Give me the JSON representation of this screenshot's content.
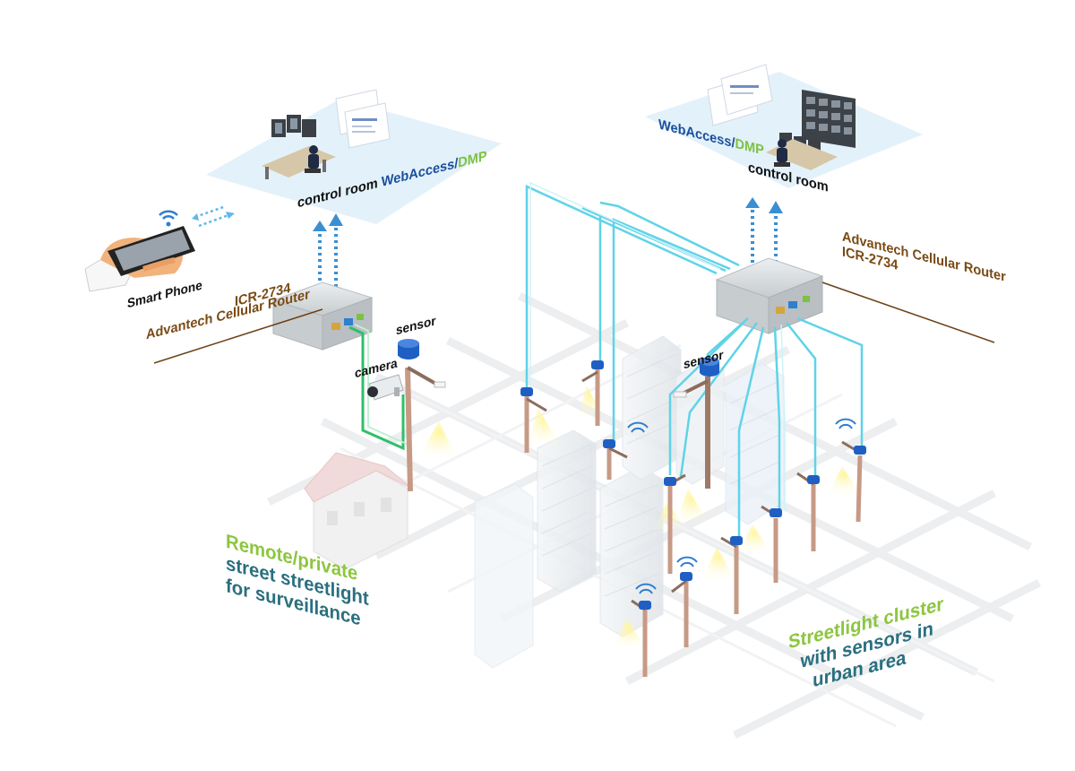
{
  "labels": {
    "control_room": "control room",
    "webaccess_part1": "WebAccess/",
    "webaccess_part2": "DMP",
    "smart_phone": "Smart Phone",
    "router_name": "Advantech Cellular Router",
    "router_model": "ICR-2734",
    "camera": "camera",
    "sensor": "sensor",
    "remote_line1": "Remote/private",
    "remote_line2": "street streetlight",
    "remote_line3": "for surveillance",
    "cluster_line1": "Streetlight cluster",
    "cluster_line2": "with sensors in",
    "cluster_line3": "urban area"
  },
  "colors": {
    "link_cyan": "#5fd3e8",
    "link_green": "#2fbf6a",
    "uplink_blue": "#3b8fd1",
    "platform": "#e3f1fa",
    "sensor_blue": "#1f5fc4",
    "pole": "#c79a86",
    "light_glow": "#fff7a8",
    "city_gray": "#e6e8ea",
    "router_body": "#cfd3d6",
    "title_green": "#8cc63f",
    "title_teal": "#2a6f7f",
    "router_label": "#7a4a14",
    "webaccess_blue": "#1a4f9c",
    "webaccess_green": "#7cc242"
  },
  "icons": [
    "wifi-icon",
    "sensor-icon",
    "camera-icon",
    "router-icon",
    "smartphone-icon",
    "streetlight-icon",
    "monitor-icon",
    "document-icon",
    "operator-icon"
  ]
}
